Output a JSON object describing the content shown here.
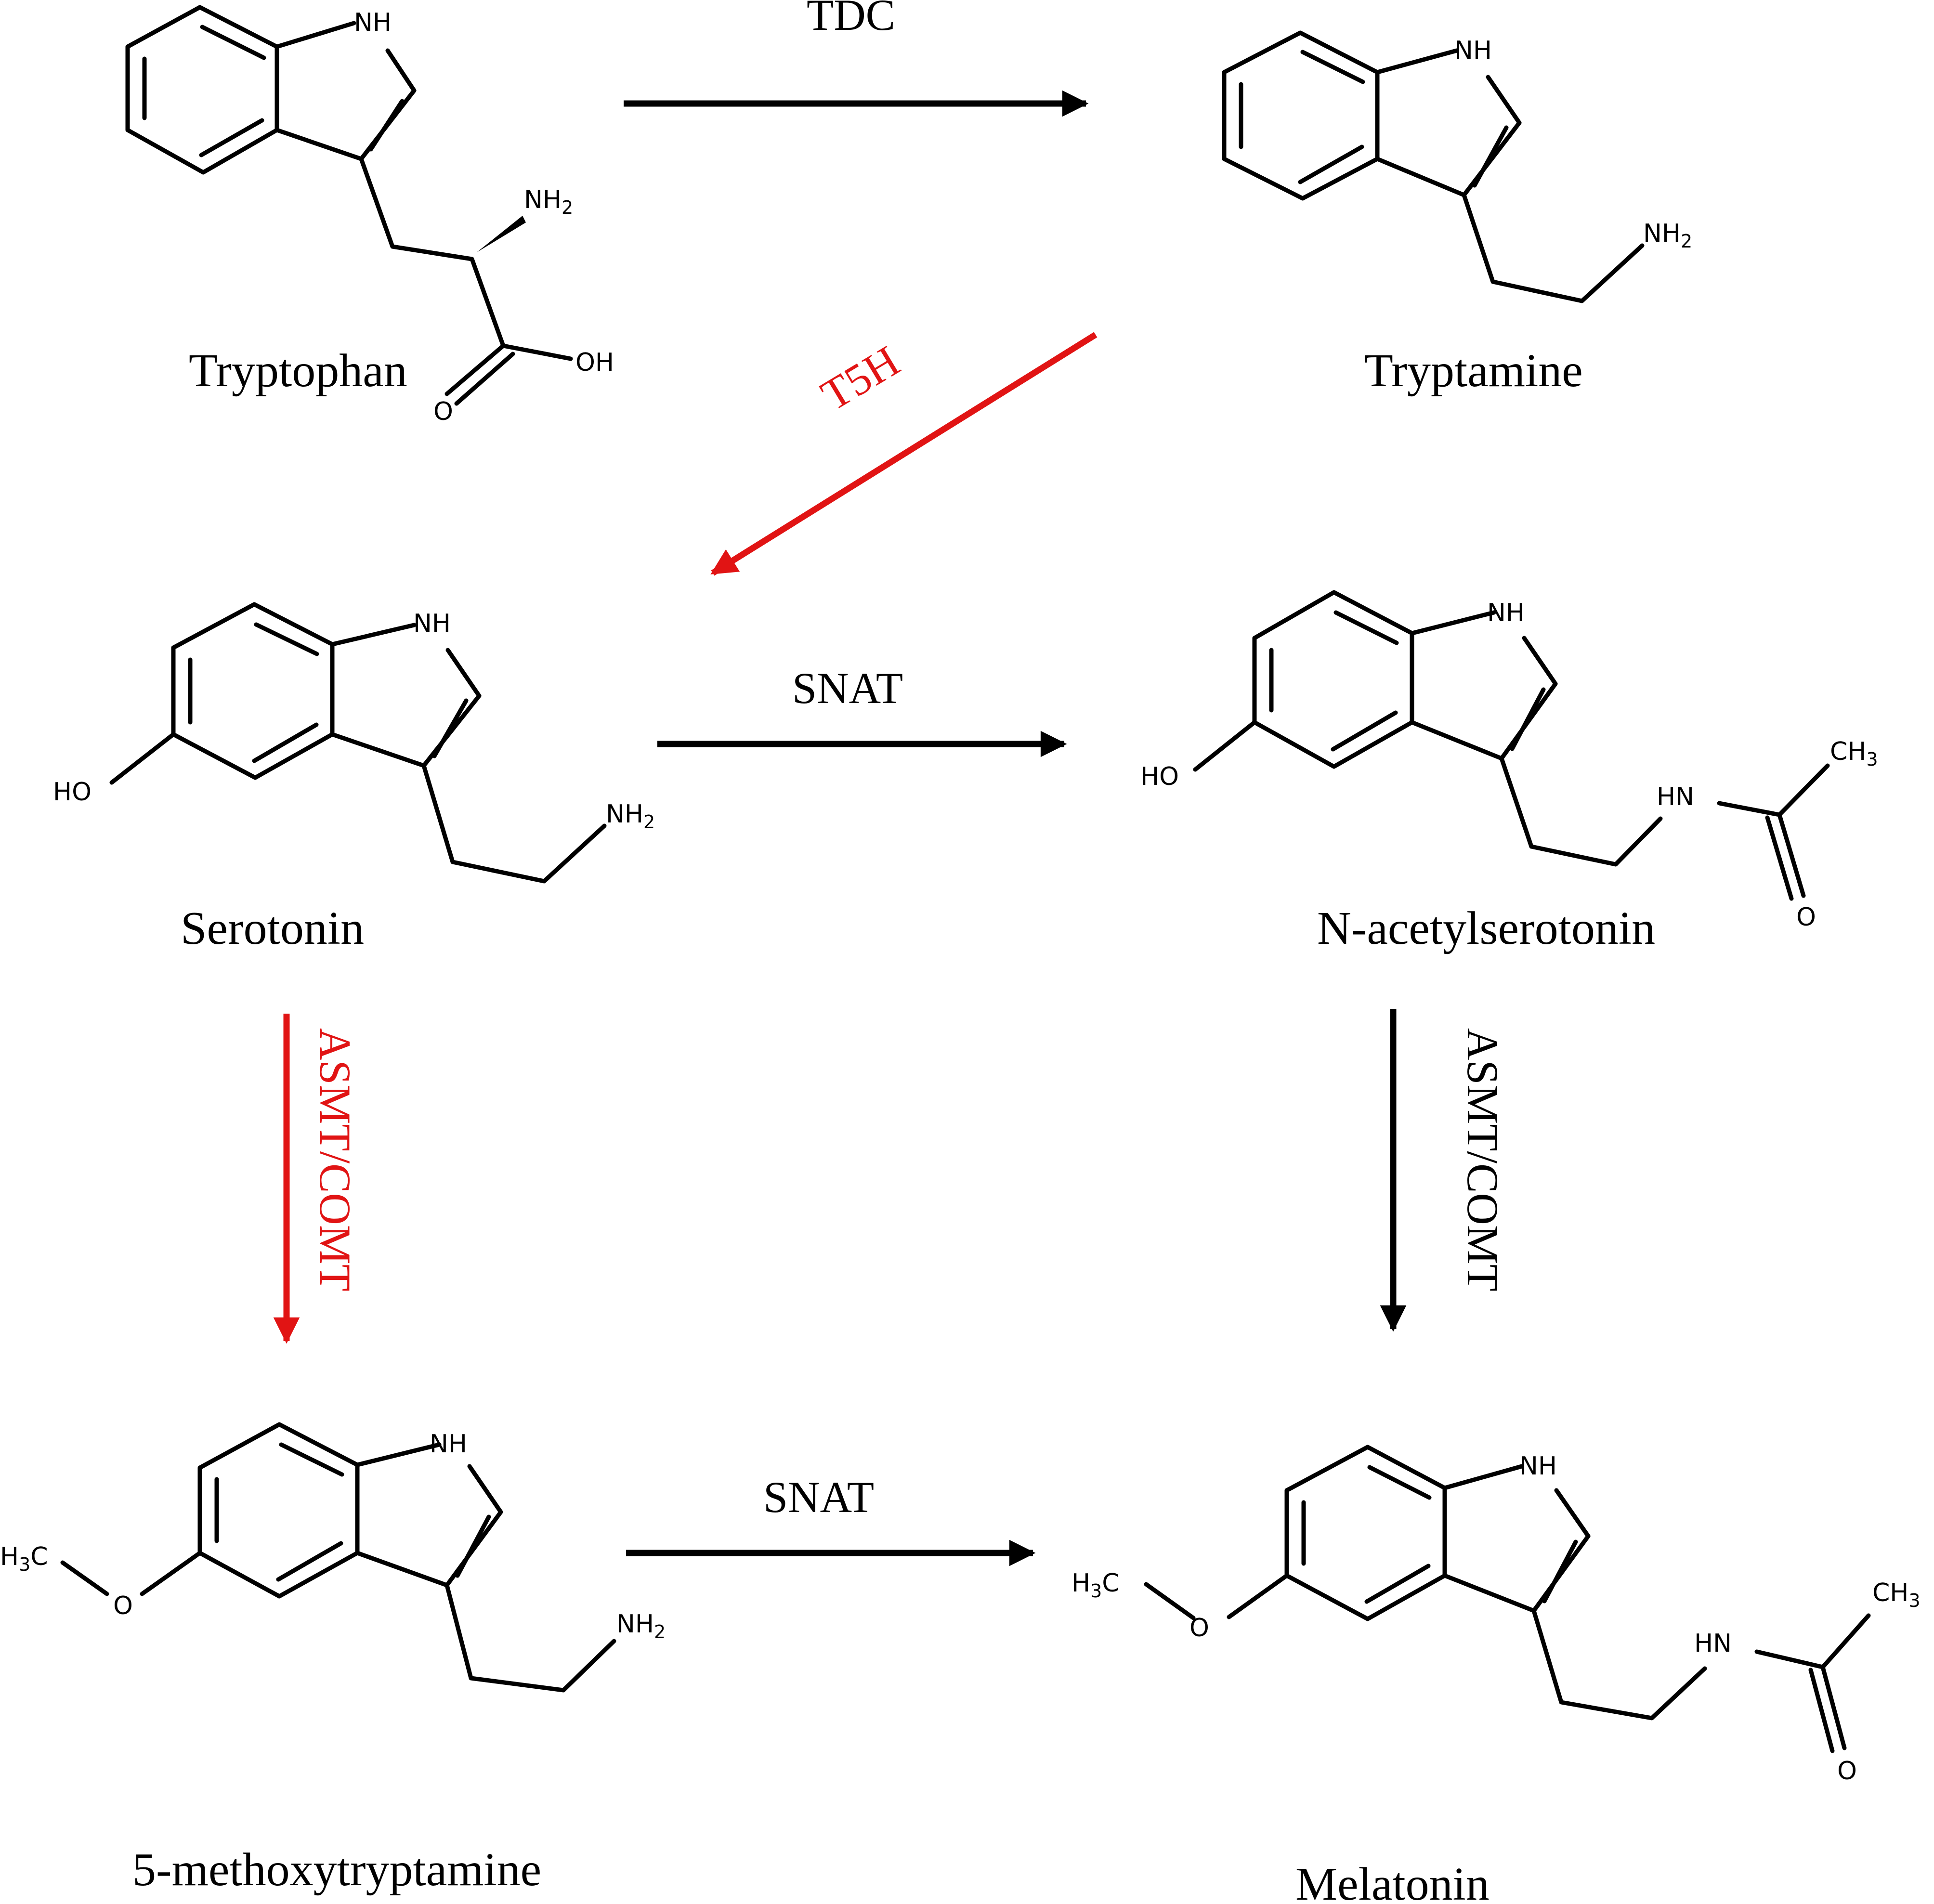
{
  "colors": {
    "ink": "#000000",
    "highlight": "#e11414"
  },
  "compounds": [
    {
      "name": "Tryptophan"
    },
    {
      "name": "Tryptamine"
    },
    {
      "name": "Serotonin"
    },
    {
      "name": "N-acetylserotonin"
    },
    {
      "name": "5-methoxytryptamine"
    },
    {
      "name": "Melatonin"
    }
  ],
  "atoms": {
    "nh": "NH",
    "n": "N",
    "h": "H",
    "ho": "HO",
    "oh": "OH",
    "o": "O",
    "hn": "HN",
    "ch": "CH",
    "c": "C",
    "sub2": "2",
    "sub3": "3"
  },
  "reactions": [
    {
      "enzyme": "TDC",
      "from": "Tryptophan",
      "to": "Tryptamine",
      "highlighted": false
    },
    {
      "enzyme": "T5H",
      "from": "Tryptamine",
      "to": "Serotonin",
      "highlighted": true
    },
    {
      "enzyme": "SNAT",
      "from": "Serotonin",
      "to": "N-acetylserotonin",
      "highlighted": false
    },
    {
      "enzyme": "ASMT/COMT",
      "from": "Serotonin",
      "to": "5-methoxytryptamine",
      "highlighted": true
    },
    {
      "enzyme": "ASMT/COMT",
      "from": "N-acetylserotonin",
      "to": "Melatonin",
      "highlighted": false
    },
    {
      "enzyme": "SNAT",
      "from": "5-methoxytryptamine",
      "to": "Melatonin",
      "highlighted": false
    }
  ]
}
